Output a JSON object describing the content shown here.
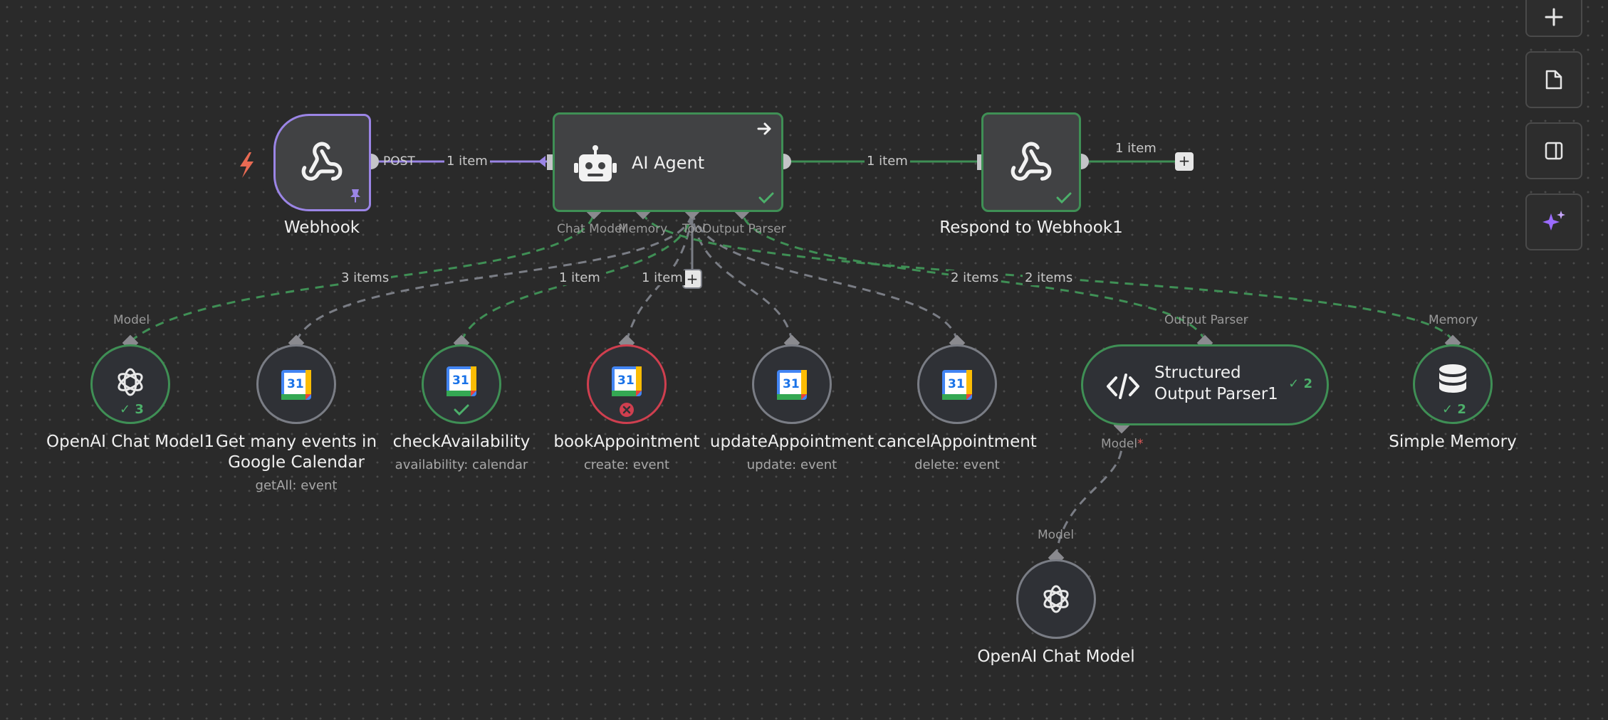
{
  "colors": {
    "success": "#3f8f55",
    "error": "#cf3f4f",
    "trigger": "#9b85e6",
    "neutral": "#7a7d85"
  },
  "toolbar": {
    "buttons": [
      {
        "name": "add-node-button",
        "icon": "plus-icon"
      },
      {
        "name": "sticky-note-button",
        "icon": "sticky-note-icon"
      },
      {
        "name": "toggle-panel-button",
        "icon": "sidebar-panel-icon"
      },
      {
        "name": "ai-assistant-button",
        "icon": "sparkles-icon"
      }
    ]
  },
  "nodes": {
    "webhook": {
      "title": "Webhook",
      "output_label": "POST",
      "icon": "webhook-icon",
      "pinned": true
    },
    "ai_agent": {
      "title": "AI Agent",
      "icon": "robot-icon",
      "status": "success",
      "ports": {
        "chat_model": "Chat Model",
        "memory": "Memory",
        "tool": "Tool",
        "output_parser": "Output Parser"
      }
    },
    "respond": {
      "title": "Respond to Webhook1",
      "icon": "webhook-icon",
      "status": "success"
    },
    "openai1": {
      "title": "OpenAI Chat Model1",
      "port": "Model",
      "badge": "3",
      "status": "success"
    },
    "get_events": {
      "title_line1": "Get many events in",
      "title_line2": "Google Calendar",
      "subtitle": "getAll: event"
    },
    "check": {
      "title": "checkAvailability",
      "subtitle": "availability: calendar",
      "status": "success"
    },
    "book": {
      "title": "bookAppointment",
      "subtitle": "create: event",
      "status": "error"
    },
    "update": {
      "title": "updateAppointment",
      "subtitle": "update: event"
    },
    "cancel": {
      "title": "cancelAppointment",
      "subtitle": "delete: event"
    },
    "parser": {
      "title_line1": "Structured",
      "title_line2": "Output Parser1",
      "port_top": "Output Parser",
      "port_bottom": "Model",
      "required_mark": "*",
      "badge": "2"
    },
    "memory": {
      "title": "Simple Memory",
      "port": "Memory",
      "badge": "2"
    },
    "openai2": {
      "title": "OpenAI Chat Model",
      "port": "Model"
    }
  },
  "edge_labels": {
    "webhook_agent": "1 item",
    "agent_respond": "1 item",
    "respond_out": "1 item",
    "model_items": "3 items",
    "check_item": "1 item",
    "tool_item": "1 item",
    "parser_items": "2 items",
    "memory_items": "2 items"
  },
  "gcal_day": "31"
}
